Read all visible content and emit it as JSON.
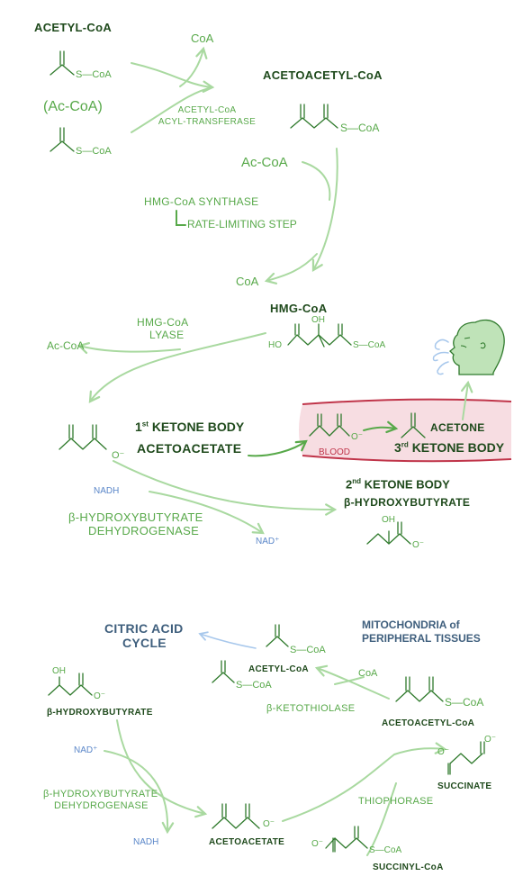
{
  "top": {
    "acetyl_coa_title": "ACETYL-CoA",
    "acetyl_coa_struct": "S—CoA",
    "ac_coa_paren": "(Ac-CoA)",
    "ac_coa_struct2": "S—CoA",
    "coa_out_1": "CoA",
    "transferase_1": "ACETYL-CoA",
    "transferase_2": "ACYL-TRANSFERASE",
    "acetoacetyl_title": "ACETOACETYL-CoA",
    "acetoacetyl_struct": "S—CoA",
    "ac_coa_in": "Ac-CoA",
    "hmg_synthase": "HMG-CoA SYNTHASE",
    "rate_limiting": "RATE-LIMITING STEP",
    "coa_out_2": "CoA",
    "hmg_coa_title": "HMG-CoA",
    "hmg_ho": "HO",
    "hmg_oh": "OH",
    "hmg_s_coa": "S—CoA",
    "hmg_lyase_1": "HMG-CoA",
    "hmg_lyase_2": "LYASE",
    "ac_coa_out": "Ac-CoA",
    "first_ketone_num": "1",
    "first_ketone_sup": "st",
    "first_ketone_text": "KETONE BODY",
    "acetoacetate": "ACETOACETATE",
    "acetoacetate_charge": "O⁻",
    "blood": "BLOOD",
    "blood_charge": "O⁻",
    "acetone": "ACETONE",
    "third_ketone_num": "3",
    "third_ketone_sup": "rd",
    "third_ketone_text": "KETONE BODY",
    "nadh": "NADH",
    "nad_plus": "NAD⁺",
    "bhb_dh_1": "β-HYDROXYBUTYRATE",
    "bhb_dh_2": "DEHYDROGENASE",
    "second_ketone_num": "2",
    "second_ketone_sup": "nd",
    "second_ketone_text": "KETONE BODY",
    "bhb_title": "β-HYDROXYBUTYRATE",
    "bhb_oh": "OH",
    "bhb_charge": "O⁻"
  },
  "bottom": {
    "citric_1": "CITRIC ACID",
    "citric_2": "CYCLE",
    "mito_1": "MITOCHONDRIA of",
    "mito_2": "PERIPHERAL TISSUES",
    "acetyl_s1": "S—CoA",
    "acetyl_title": "ACETYL-CoA",
    "acetyl_s2": "S—CoA",
    "coa": "CoA",
    "ketothiolase": "β-KETOTHIOLASE",
    "acetoacetyl_struct": "S—CoA",
    "acetoacetyl_title": "ACETOACETYL-CoA",
    "bhb_oh": "OH",
    "bhb_charge": "O⁻",
    "bhb_title": "β-HYDROXYBUTYRATE",
    "nad_plus": "NAD⁺",
    "dh_1": "β-HYDROXYBUTYRATE",
    "dh_2": "DEHYDROGENASE",
    "nadh": "NADH",
    "acetoacetate_charge": "O⁻",
    "acetoacetate": "ACETOACETATE",
    "succinate_charge_1": "O⁻",
    "succinate_charge_2": "O⁻",
    "succinate": "SUCCINATE",
    "thiophorase": "THIOPHORASE",
    "succinyl_charge": "O⁻",
    "succinyl_s": "S—CoA",
    "succinyl_title": "SUCCINYL-CoA"
  },
  "colors": {
    "dark_green": "#1f4a1c",
    "mid_green": "#58a94a",
    "light_green": "#a9d9a0",
    "blue": "#5b87c9",
    "navy": "#3f5f7d",
    "blood_fill": "#f7dde2",
    "blood_edge": "#c0354a"
  }
}
